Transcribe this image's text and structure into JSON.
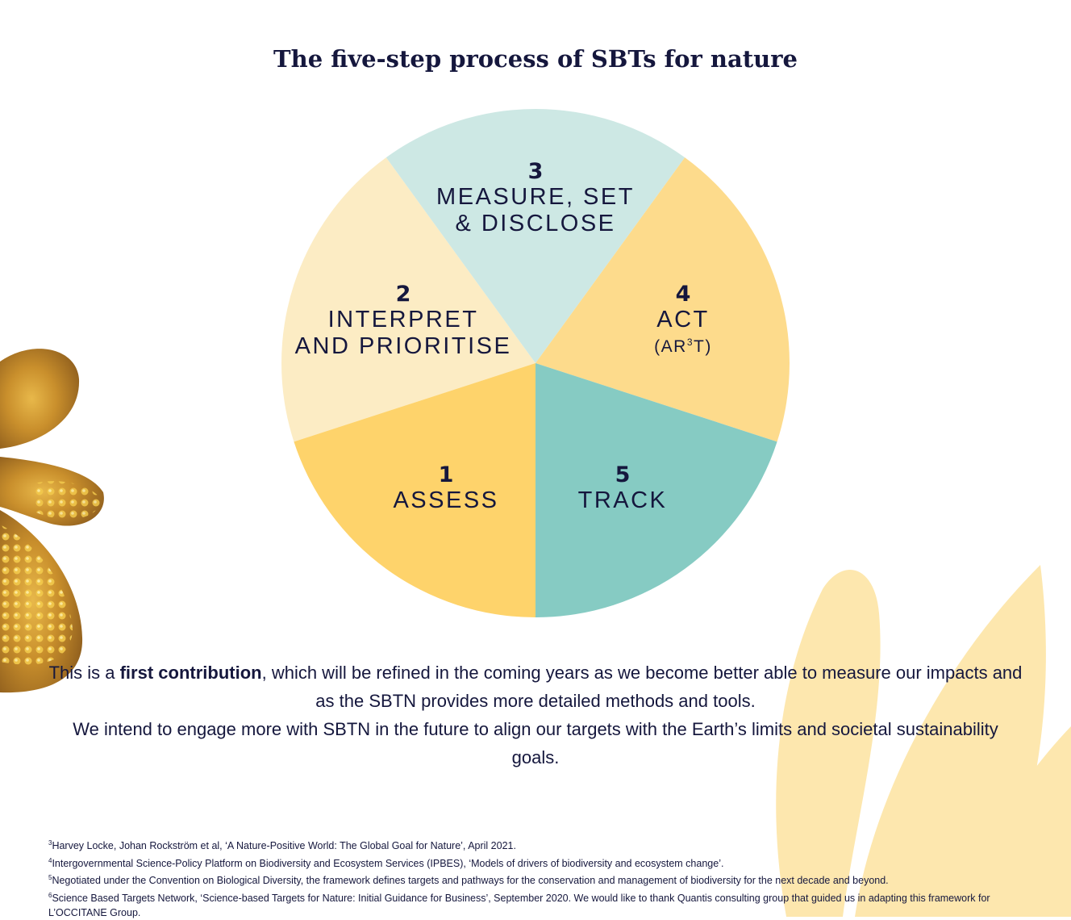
{
  "title": "The five-step process of SBTs for nature",
  "colors": {
    "navy": "#15173d",
    "assess": "#fcecc4",
    "interpret": "#cde8e4",
    "measure": "#fddb8c",
    "act": "#86cbc3",
    "track": "#fed36b",
    "leaf": "#fde7ae"
  },
  "steps": [
    {
      "number": "1",
      "label": "ASSESS",
      "sub": ""
    },
    {
      "number": "2",
      "label_line1": "INTERPRET",
      "label_line2": "AND PRIORITISE"
    },
    {
      "number": "3",
      "label_line1": "MEASURE, SET",
      "label_line2": "& DISCLOSE"
    },
    {
      "number": "4",
      "label": "ACT",
      "sub_prefix": "(AR",
      "sub_sup": "3",
      "sub_suffix": "T)"
    },
    {
      "number": "5",
      "label": "TRACK"
    }
  ],
  "body": {
    "p1_before": "This is a ",
    "p1_bold": "first contribution",
    "p1_after": ", which will be refined in the coming years as we become better able to measure our impacts and as the SBTN provides more detailed methods and tools.",
    "p2": "We intend to engage more with SBTN in the future to align our targets with the Earth’s limits and societal sustainability goals."
  },
  "footnotes": [
    {
      "num": "3",
      "text": "Harvey Locke, Johan Rockström et al, ‘A Nature-Positive World: The Global Goal for Nature’, April 2021."
    },
    {
      "num": "4",
      "text": "Intergovernmental Science-Policy Platform on Biodiversity and Ecosystem Services (IPBES), ‘Models of drivers of biodiversity and ecosystem change’."
    },
    {
      "num": "5",
      "text": "Negotiated under the Convention on Biological Diversity, the framework defines targets and pathways for the conservation and management of biodiversity for the next decade and beyond."
    },
    {
      "num": "6",
      "text": "Science Based Targets Network, ‘Science-based Targets for Nature: Initial Guidance for Business’, September 2020. We would like to thank Quantis consulting group that guided us in adapting this framework for L’OCCITANE Group."
    }
  ]
}
